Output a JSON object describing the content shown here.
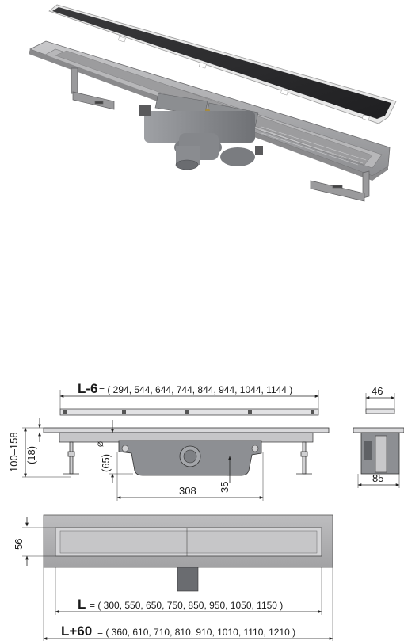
{
  "dimensions": {
    "top_length_label": "L-6",
    "top_length_values": "= ( 294, 544, 644, 744, 844, 944, 1044, 1144 )",
    "grate_width": "46",
    "height_range": "100–158",
    "height_min": "(18)",
    "inner_depth": "(65)",
    "outlet_height": "35",
    "outlet_spacing": "308",
    "side_width": "85",
    "channel_width": "56",
    "length_label": "L",
    "length_values": "= ( 300, 550, 650, 750, 850, 950, 1050, 1150 )",
    "total_length_label": "L+60",
    "total_length_values": "= ( 360, 610, 710, 810, 910, 1010, 1110, 1210 )",
    "tiny_label": "Ø"
  },
  "colors": {
    "steel": "#a9a9ab",
    "steel_dark": "#7e7f82",
    "grate_black": "#2b2b2d",
    "plastic": "#8e9094",
    "line": "#222222"
  }
}
